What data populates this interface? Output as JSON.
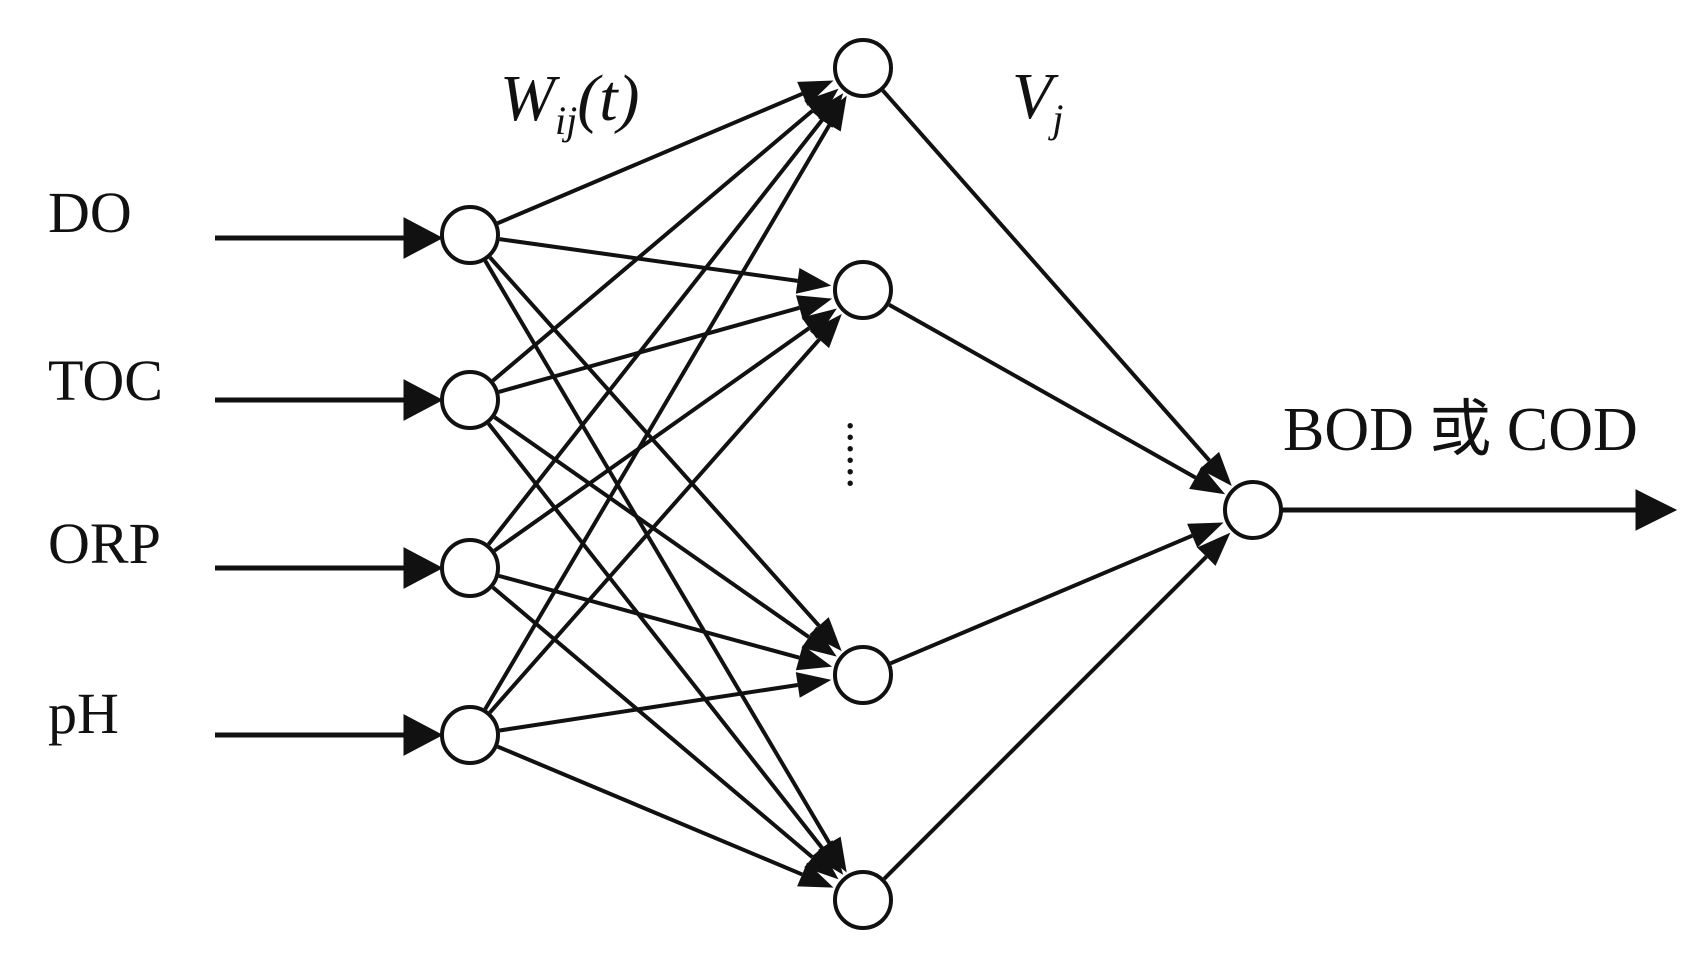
{
  "inputs": [
    {
      "label": "DO"
    },
    {
      "label": "TOC"
    },
    {
      "label": "ORP"
    },
    {
      "label": "pH"
    }
  ],
  "hidden": {
    "visible_nodes": 4,
    "ellipsis": "......"
  },
  "weights": {
    "input_hidden": {
      "symbol": "W",
      "subscript": "ij",
      "argument": "(t)"
    },
    "hidden_output": {
      "symbol": "V",
      "subscript": "j"
    }
  },
  "output": {
    "label": "BOD 或 COD"
  },
  "colors": {
    "stroke": "#111111",
    "background": "#ffffff"
  }
}
